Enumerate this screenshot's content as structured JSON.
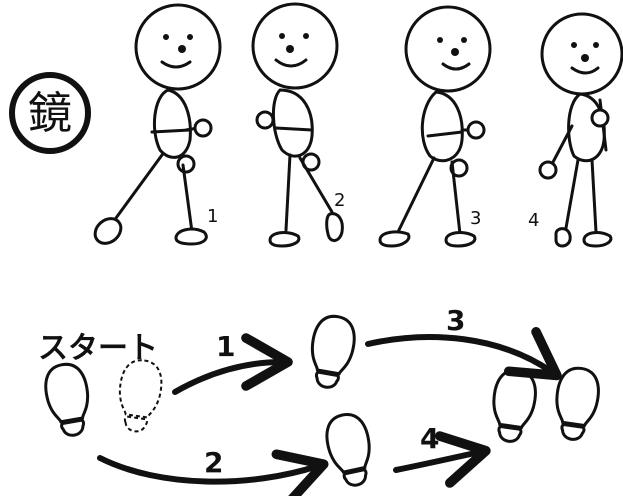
{
  "badge": {
    "kanji": "鏡"
  },
  "figures": [
    {
      "step": "1"
    },
    {
      "step": "2"
    },
    {
      "step": "3"
    },
    {
      "step": "4"
    }
  ],
  "footwork": {
    "start_label": "スタート",
    "arrows": [
      {
        "step": "1"
      },
      {
        "step": "2"
      },
      {
        "step": "3"
      },
      {
        "step": "4"
      }
    ]
  },
  "colors": {
    "ink": "#111111",
    "paper": "#ffffff"
  }
}
